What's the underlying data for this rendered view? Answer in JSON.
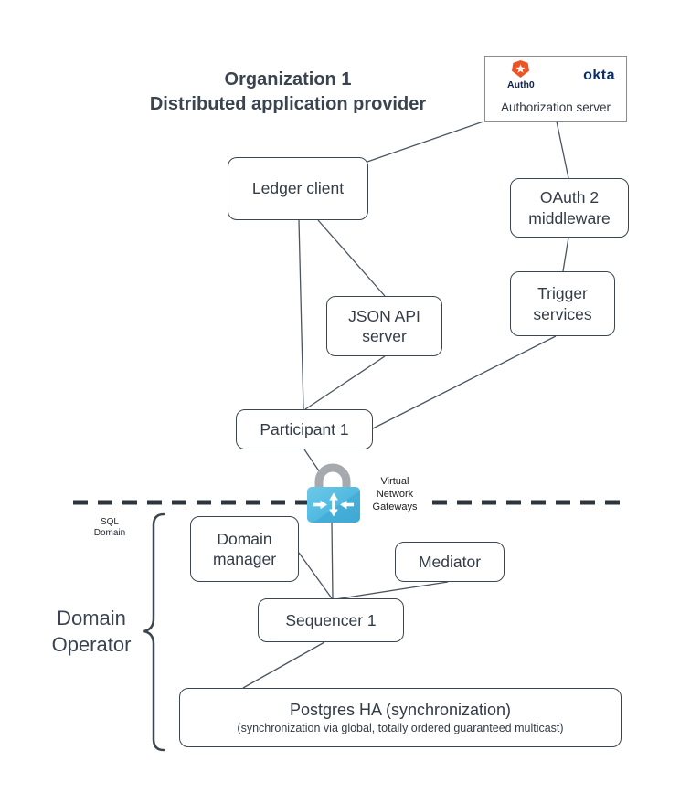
{
  "title": {
    "line1": "Organization 1",
    "line2": "Distributed application provider"
  },
  "auth_server": {
    "auth0_label": "Auth0",
    "okta_label": "okta",
    "label": "Authorization server"
  },
  "nodes": {
    "ledger_client": "Ledger client",
    "oauth2_middleware": "OAuth 2 middleware",
    "trigger_services": "Trigger services",
    "json_api_server": "JSON API server",
    "participant1": "Participant 1",
    "domain_manager": "Domain manager",
    "mediator": "Mediator",
    "sequencer1": "Sequencer 1",
    "postgres_title": "Postgres HA (synchronization)",
    "postgres_subtitle": "(synchronization via global, totally ordered guaranteed multicast)"
  },
  "labels": {
    "gateway": "Virtual Network Gateways",
    "sql_domain": "SQL Domain",
    "domain_operator": "Domain Operator"
  },
  "icons": {
    "lock_icon": "padlock shackle (secure boundary)",
    "gateway_icon": "virtual network gateway arrows"
  },
  "colors": {
    "auth0_orange": "#EB5424",
    "okta_navy": "#0B2E6B",
    "gateway_blue_light": "#66C6E8",
    "gateway_blue_dark": "#3FA9D5",
    "shackle_gray": "#A6A9AD",
    "node_border": "#3B4651",
    "text_dark": "#333B46",
    "boundary_dash": "#2E343C"
  }
}
